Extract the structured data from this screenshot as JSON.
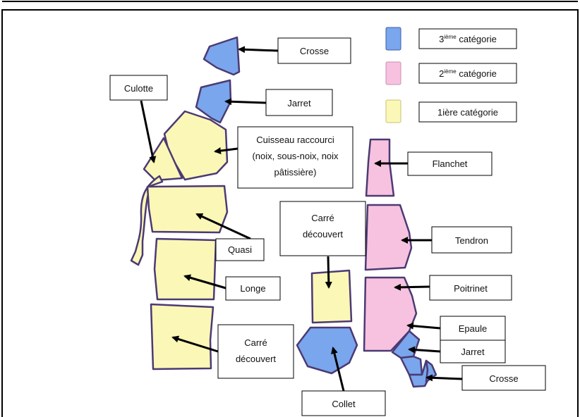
{
  "colors": {
    "cat3": "#79a6ec",
    "cat2": "#f7c2df",
    "cat1": "#fbf7b6",
    "outline": "#4b3a74",
    "arrow": "#000000",
    "box_border": "#000000"
  },
  "legend": [
    {
      "prefix": "3",
      "sup": "ième",
      "suffix": " catégorie"
    },
    {
      "prefix": "2",
      "sup": "ième",
      "suffix": " catégorie"
    },
    {
      "prefix": "1ière catégorie",
      "sup": "",
      "suffix": ""
    }
  ],
  "labels": {
    "crosse_top": [
      "Crosse"
    ],
    "jarret_top": [
      "Jarret"
    ],
    "culotte": [
      "Culotte"
    ],
    "cuisseau": [
      "Cuisseau raccourci",
      "(noix, sous-noix, noix",
      "pâtissière)"
    ],
    "flanchet": [
      "Flanchet"
    ],
    "carre_top": [
      "Carré",
      "découvert"
    ],
    "tendron": [
      "Tendron"
    ],
    "quasi": [
      "Quasi"
    ],
    "poitrinet": [
      "Poitrinet"
    ],
    "longe": [
      "Longe"
    ],
    "epaule": [
      "Epaule"
    ],
    "jarret_bottom": [
      "Jarret"
    ],
    "carre_bottom": [
      "Carré",
      "découvert"
    ],
    "crosse_bottom": [
      "Crosse"
    ],
    "collet": [
      "Collet"
    ]
  }
}
